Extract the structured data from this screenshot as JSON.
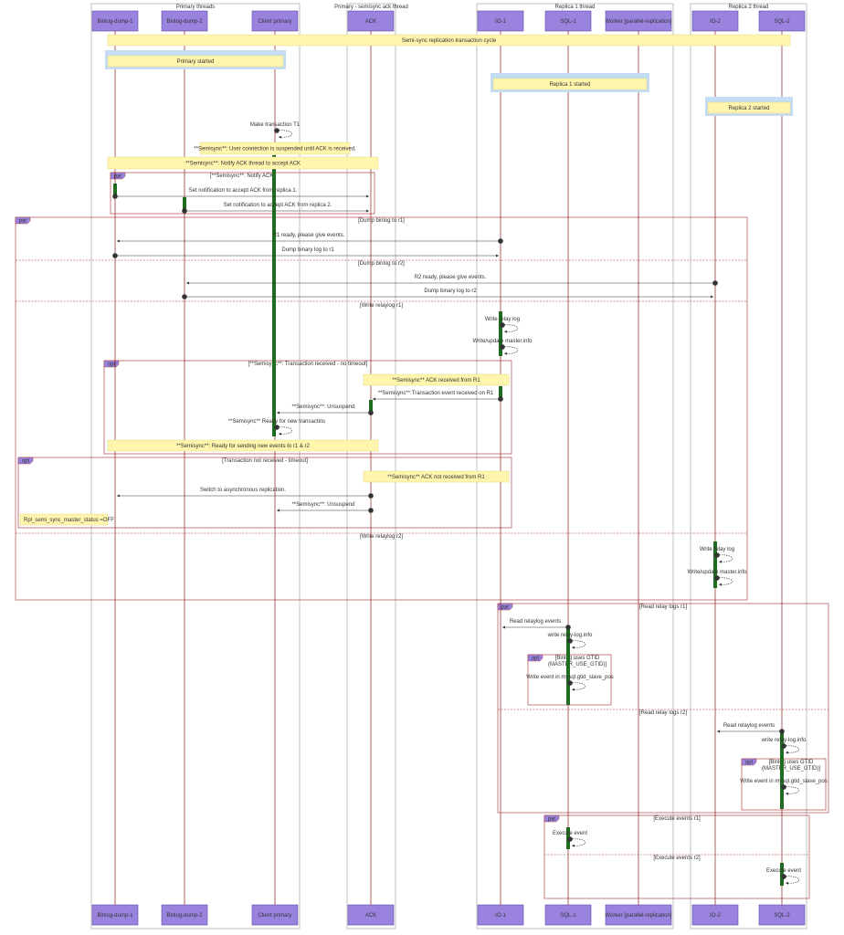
{
  "colors": {
    "participant_fill": "#9a83de",
    "participant_stroke": "#5d4aa6",
    "participant_text": "#ffffff",
    "lifeline": "#8b1a1a",
    "activation": "#1f6b1f",
    "note_fill": "#fff5ad",
    "note_stroke": "#e6d785",
    "rect_highlight": "#c5dcf5",
    "group_stroke": "#999999",
    "fragment_stroke": "#a52a2a",
    "fragment_tab": "#9a83de",
    "arrow": "#333333"
  },
  "groups": [
    {
      "id": "primary",
      "label": "Primary threads"
    },
    {
      "id": "ack",
      "label": "Primary - semisync ack thread"
    },
    {
      "id": "replica1",
      "label": "Replica 1 thread"
    },
    {
      "id": "replica2",
      "label": "Replica 2 thread"
    }
  ],
  "participants": [
    {
      "id": "bd1",
      "label": "Binlog-dump-1"
    },
    {
      "id": "bd2",
      "label": "Binlog-dump-2"
    },
    {
      "id": "cp",
      "label": "Client primary"
    },
    {
      "id": "ack",
      "label": "ACK"
    },
    {
      "id": "io1",
      "label": "IO-1"
    },
    {
      "id": "sql1",
      "label": "SQL-1"
    },
    {
      "id": "worker",
      "label": "Worker [parallel-replication]"
    },
    {
      "id": "io2",
      "label": "IO-2"
    },
    {
      "id": "sql2",
      "label": "SQL-2"
    }
  ],
  "notes": [
    {
      "id": "cycle",
      "text": "Semi-sync replication transaction cycle"
    },
    {
      "id": "primary_started",
      "text": "Primary started"
    },
    {
      "id": "replica1_started",
      "text": "Replica 1 started"
    },
    {
      "id": "replica2_started",
      "text": "Replica 2 started"
    },
    {
      "id": "suspended",
      "text": "**Semisync**: User connection is suspended until ACK is received."
    },
    {
      "id": "notify_ack",
      "text": "**Semisync**: Notify ACK thread to accept ACK"
    },
    {
      "id": "ack_r1",
      "text": "**Semisync** ACK received from R1"
    },
    {
      "id": "ready_send",
      "text": "**Semisync**: Ready for sending new events to r1 & r2"
    },
    {
      "id": "ack_not_r1",
      "text": "**Semisync** ACK not received from R1"
    },
    {
      "id": "status_off",
      "text": "Rpl_semi_sync_master_status =OFF"
    }
  ],
  "fragments": [
    {
      "id": "par1",
      "kind": "par",
      "sections": [
        "[**Semisync**: Notify ACK]"
      ]
    },
    {
      "id": "par2",
      "kind": "par",
      "sections": [
        "[Dump binlog to r1]",
        "[Dump binlog to r2]",
        "[Write relaylog r1]",
        "[Write relaylog r2]"
      ]
    },
    {
      "id": "opt1",
      "kind": "opt",
      "sections": [
        "[**Semisync**: Transaction received - no timeout]"
      ]
    },
    {
      "id": "opt2",
      "kind": "opt",
      "sections": [
        "[Transaction not received - timeout]"
      ]
    },
    {
      "id": "par3",
      "kind": "par",
      "sections": [
        "[Read relay logs r1]",
        "[Read relay logs r2]"
      ]
    },
    {
      "id": "opt3",
      "kind": "opt",
      "sections": [
        "[Binlog uses GTID",
        "(MASTER_USE_GTID)]"
      ]
    },
    {
      "id": "opt4",
      "kind": "opt",
      "sections": [
        "[Binlog uses GTID",
        "(MASTER_USE_GTID)]"
      ]
    },
    {
      "id": "par4",
      "kind": "par",
      "sections": [
        "[Execute events r1]",
        "[Execute events r2]"
      ]
    }
  ],
  "messages": [
    {
      "id": "m_t1",
      "text": "Make transaction T1"
    },
    {
      "id": "m_notif1",
      "text": "Set notification to accept ACK from replica 1."
    },
    {
      "id": "m_notif2",
      "text": "Set notification to accept ACK from replica 2."
    },
    {
      "id": "m_r1ready",
      "text": "R1 ready, please give events."
    },
    {
      "id": "m_dump1",
      "text": "Dump binary log to r1"
    },
    {
      "id": "m_r2ready",
      "text": "R2 ready, please give events."
    },
    {
      "id": "m_dump2",
      "text": "Dump binary log to r2"
    },
    {
      "id": "m_wrl1",
      "text": "Write relay log"
    },
    {
      "id": "m_wmi1",
      "text": "Write/update master.info"
    },
    {
      "id": "m_trx_r1",
      "text": "**Semisync**:Transaction event received on R1"
    },
    {
      "id": "m_unsusp1",
      "text": "**Semisync**: Unsuspend"
    },
    {
      "id": "m_ready_new",
      "text": "**Semisync** Ready for new transactins"
    },
    {
      "id": "m_switch",
      "text": "Switch to asynchronous replication."
    },
    {
      "id": "m_unsusp2",
      "text": "**Semisync**: Unsuspend"
    },
    {
      "id": "m_wrl2",
      "text": "Write relay log"
    },
    {
      "id": "m_wmi2",
      "text": "Write/update master.info"
    },
    {
      "id": "m_rre1",
      "text": "Read relaylog events"
    },
    {
      "id": "m_wrli1",
      "text": "write relay-log.info"
    },
    {
      "id": "m_wgtid1",
      "text": "Write event in mysql.gtid_slave_pos"
    },
    {
      "id": "m_rre2",
      "text": "Read relaylog events"
    },
    {
      "id": "m_wrli2",
      "text": "write relay-log.info"
    },
    {
      "id": "m_wgtid2",
      "text": "Write event in mysql.gtid_slave_pos"
    },
    {
      "id": "m_exec1",
      "text": "Execute event"
    },
    {
      "id": "m_exec2",
      "text": "Execute event"
    }
  ]
}
